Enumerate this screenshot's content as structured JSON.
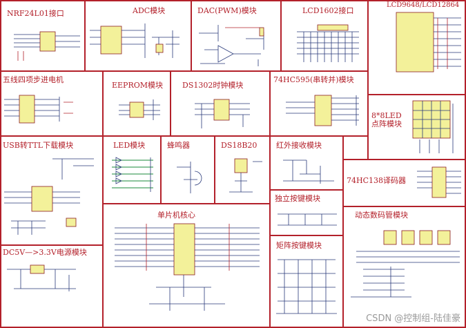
{
  "modules": {
    "nrf": "NRF24L01接口",
    "adc": "ADC模块",
    "dac": "DAC(PWM)模块",
    "lcd1602": "LCD1602接口",
    "lcd12864": "LCD9648/LCD12864",
    "stepper": "五线四项步进电机",
    "eeprom": "EEPROM模块",
    "ds1302": "DS1302时钟模块",
    "hc595": "74HC595(串转并)模块",
    "matrix": "8*8LED\n点阵模块",
    "usb": "USB转TTL下载模块",
    "led": "LED模块",
    "buzzer": "蜂鸣器",
    "ds18b20": "DS18B20",
    "ir": "红外接收模块",
    "hc138": "74HC138译码器",
    "keys": "独立按键模块",
    "core": "单片机核心",
    "seg": "动态数码管模块",
    "power": "DC5V—>3.3V电源模块",
    "matrixkey": "矩阵按键模块"
  },
  "watermark": "CSDN @控制组-陆佳豪",
  "colors": {
    "border": "#b3202a",
    "chip": "#f3f19a",
    "wire": "#2a3a7a"
  }
}
